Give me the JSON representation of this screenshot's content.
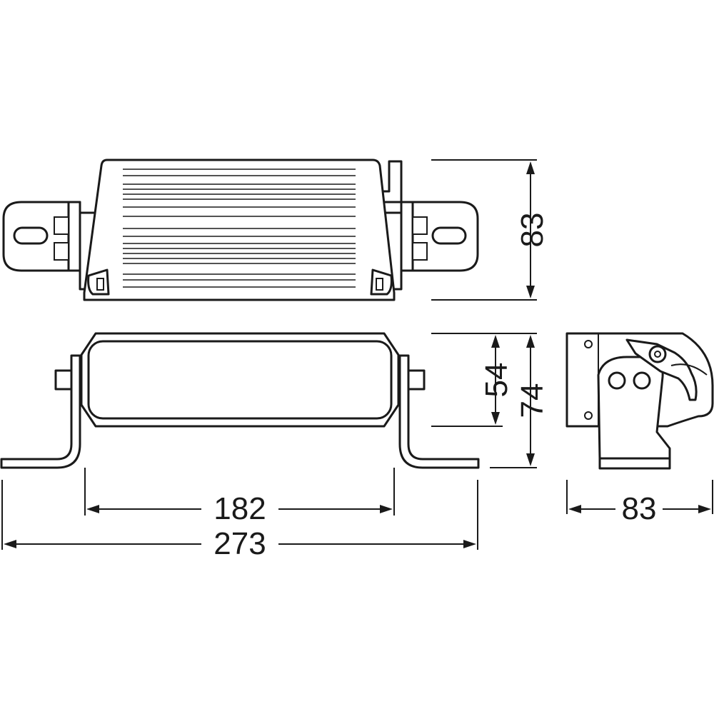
{
  "dimensions": {
    "top_height": "83",
    "lens_height": "54",
    "total_height": "74",
    "bracket_spacing": "182",
    "total_width": "273",
    "side_depth": "83"
  },
  "colors": {
    "line": "#1a1a1a",
    "background": "#ffffff"
  }
}
